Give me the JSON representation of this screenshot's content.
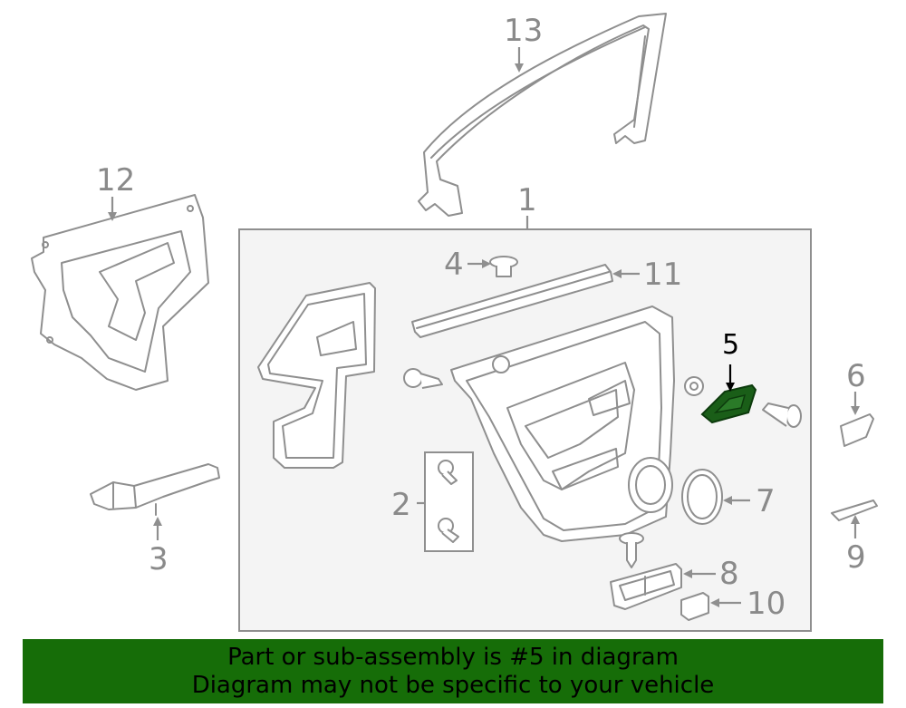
{
  "colors": {
    "highlight": "#166d08",
    "highlight_part": "#1a5e18",
    "banner_bg": "#166d08",
    "line": "#8f8f8f",
    "box_bg": "#f4f4f4"
  },
  "labels": {
    "p1": "1",
    "p2": "2",
    "p3": "3",
    "p4": "4",
    "p5": "5",
    "p6": "6",
    "p7": "7",
    "p8": "8",
    "p9": "9",
    "p10": "10",
    "p11": "11",
    "p12": "12",
    "p13": "13"
  },
  "banner": {
    "line1": "Part or sub-assembly is #5 in diagram",
    "line2": "Diagram may not be specific to your vehicle"
  }
}
